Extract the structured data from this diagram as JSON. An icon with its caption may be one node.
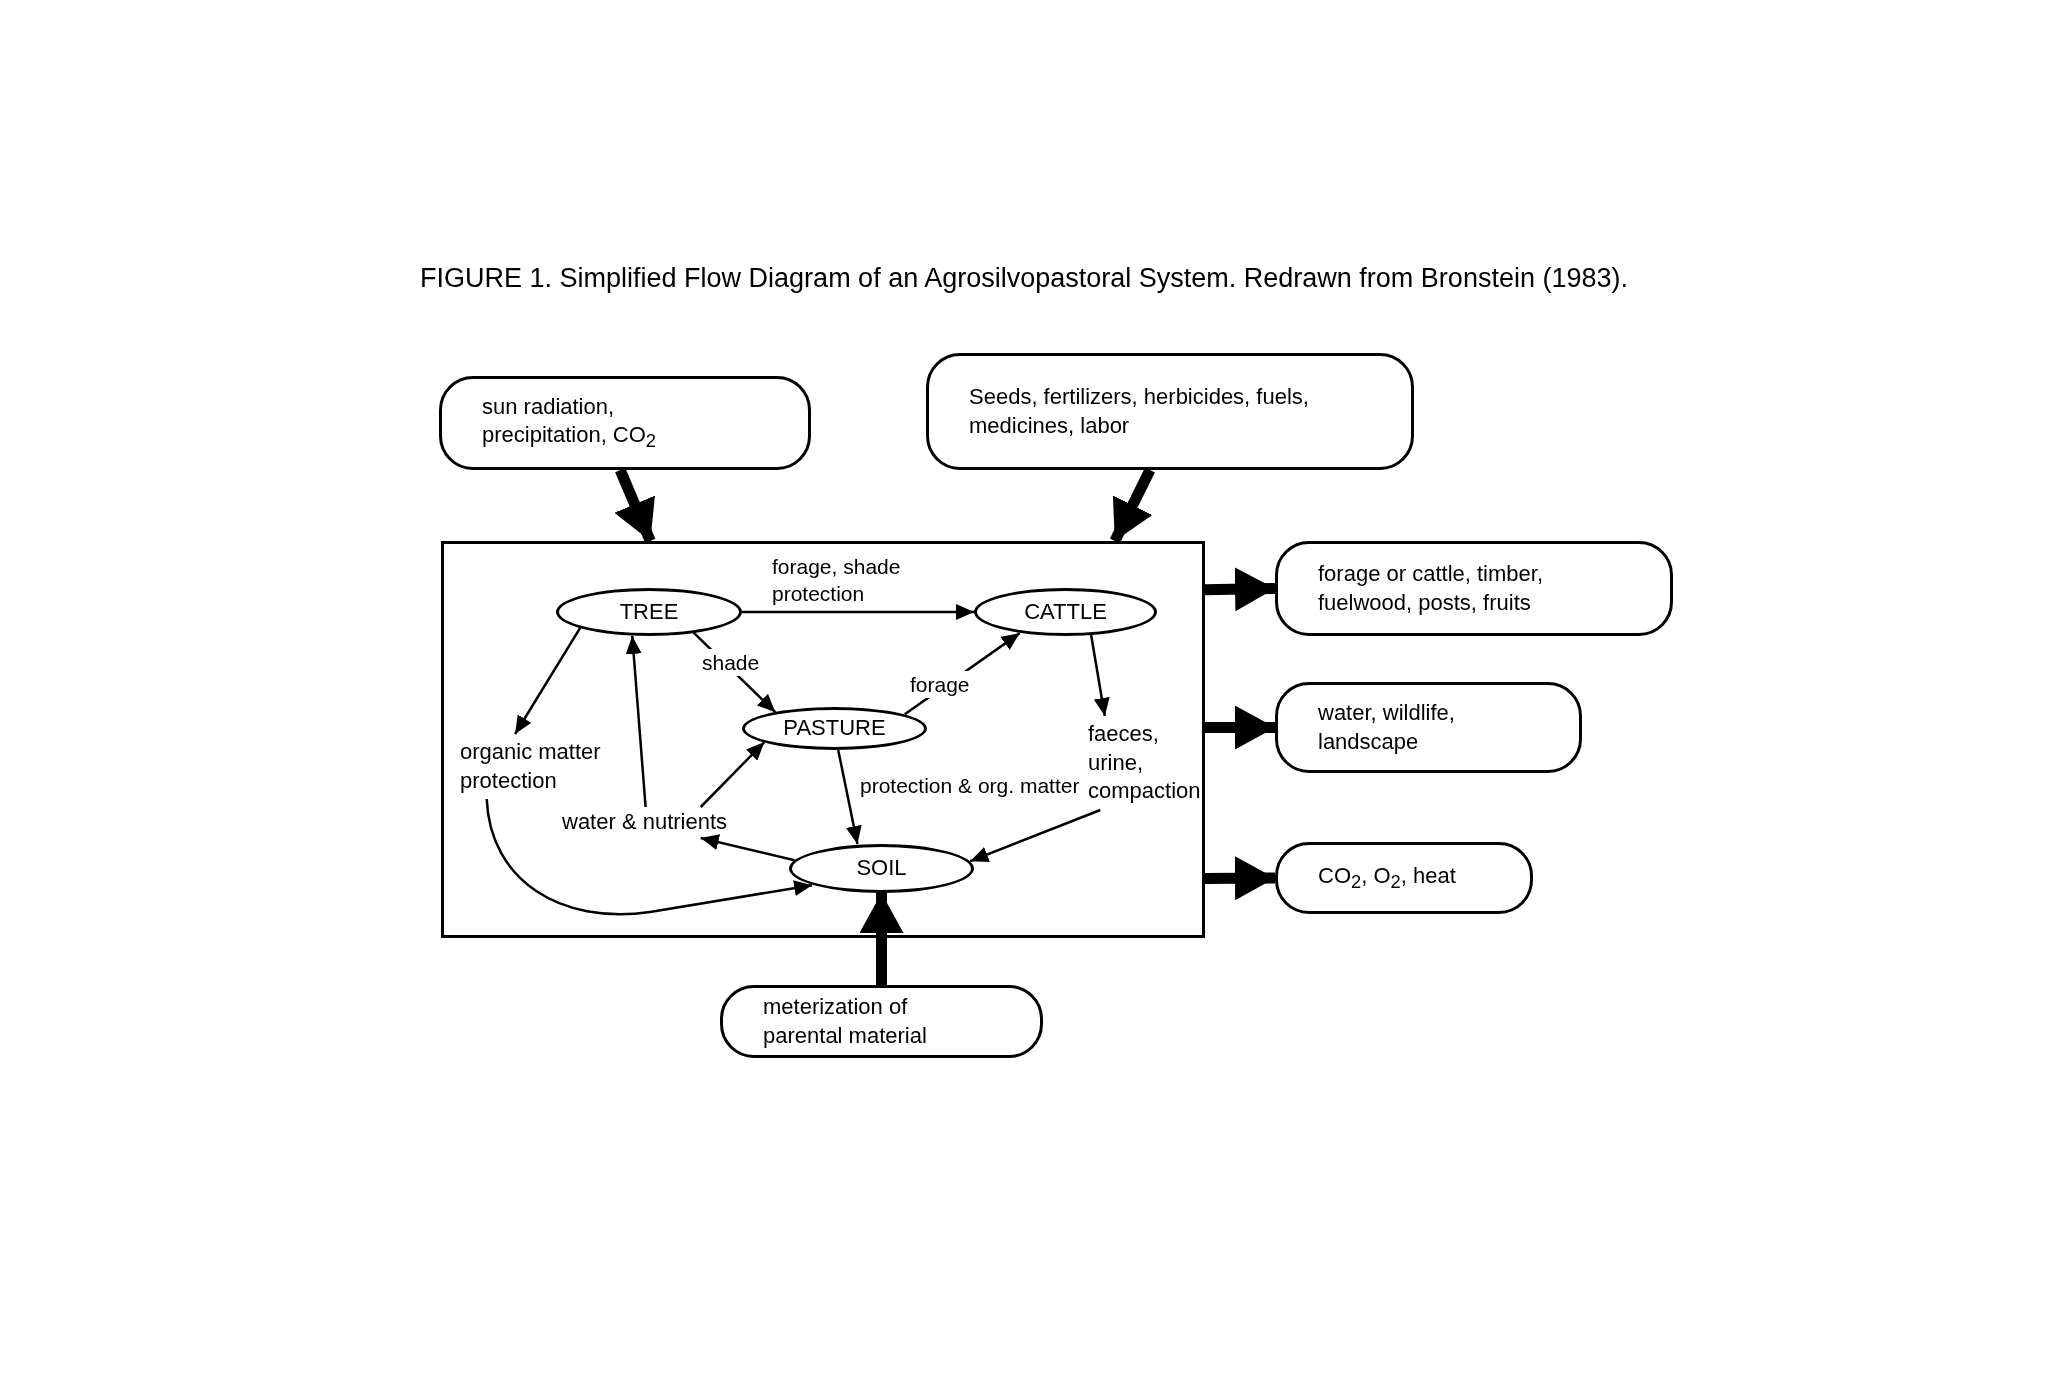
{
  "diagram": {
    "title": "FIGURE 1. Simplified Flow Diagram of an Agrosilvopastoral System. Redrawn from Bronstein (1983).",
    "nodes": [
      {
        "text": [
          "sun radiation, precipitation, CO$_{2}$"
        ]
      },
      {
        "text": [
          "Seeds, fertilizers, herbicides, fuels, medicines, labor"
        ]
      },
      {
        "text": [],
        "shape": "box"
      },
      {
        "text": [
          "TREE"
        ],
        "in": 2
      },
      {
        "text": [
          "CATTLE"
        ],
        "in": 2
      },
      {
        "text": [
          "PASTURE"
        ],
        "in": 2
      },
      {
        "text": [
          "organic matter protection"
        ],
        "in": 2
      },
      {
        "text": [
          "faeces, urine, compaction"
        ],
        "in": 2
      },
      {
        "text": [
          "water & nutrients"
        ],
        "in": 2
      },
      {
        "text": [
          "SOIL"
        ],
        "in": 2
      },
      {
        "text": [
          "forage or cattle, timber, fuelwood, posts, fruits"
        ]
      },
      {
        "text": [
          "water, wildlife, landscape"
        ]
      },
      {
        "text": [
          "CO$_{2}$, O$_{2}$, heat"
        ]
      },
      {
        "text": [
          "meterization of parental material"
        ]
      }
    ],
    "edges": [
      {
        "from": 0,
        "to": 2,
        "arrow": "to",
        "style": "thick"
      },
      {
        "from": 1,
        "to": 2,
        "arrow": "to",
        "style": "thick"
      },
      {
        "from": 3,
        "to": 4,
        "arrow": "to",
        "label": "forage, shade protection"
      },
      {
        "from": 3,
        "to": 5,
        "arrow": "to",
        "label": "shade"
      },
      {
        "from": 5,
        "to": 4,
        "arrow": "to",
        "label": "forage"
      },
      {
        "from": 3,
        "to": 6,
        "arrow": "to"
      },
      {
        "from": 8,
        "to": 3,
        "arrow": "to"
      },
      {
        "from": 8,
        "to": 5,
        "arrow": "to"
      },
      {
        "from": 5,
        "to": 9,
        "arrow": "to",
        "label": "protection & org. matter"
      },
      {
        "from": 4,
        "to": 7,
        "arrow": "to"
      },
      {
        "from": 7,
        "to": 9,
        "arrow": "to"
      },
      {
        "from": 9,
        "to": 8,
        "arrow": "to"
      },
      {
        "from": 6,
        "to": 9,
        "arrow": "to"
      },
      {
        "from": 13,
        "to": 9,
        "arrow": "to",
        "style": "thick"
      },
      {
        "from": 2,
        "to": 10,
        "arrow": "to",
        "style": "thick"
      },
      {
        "from": 2,
        "to": 11,
        "arrow": "to",
        "style": "thick"
      },
      {
        "from": 2,
        "to": 12,
        "arrow": "to",
        "style": "thick"
      }
    ]
  }
}
